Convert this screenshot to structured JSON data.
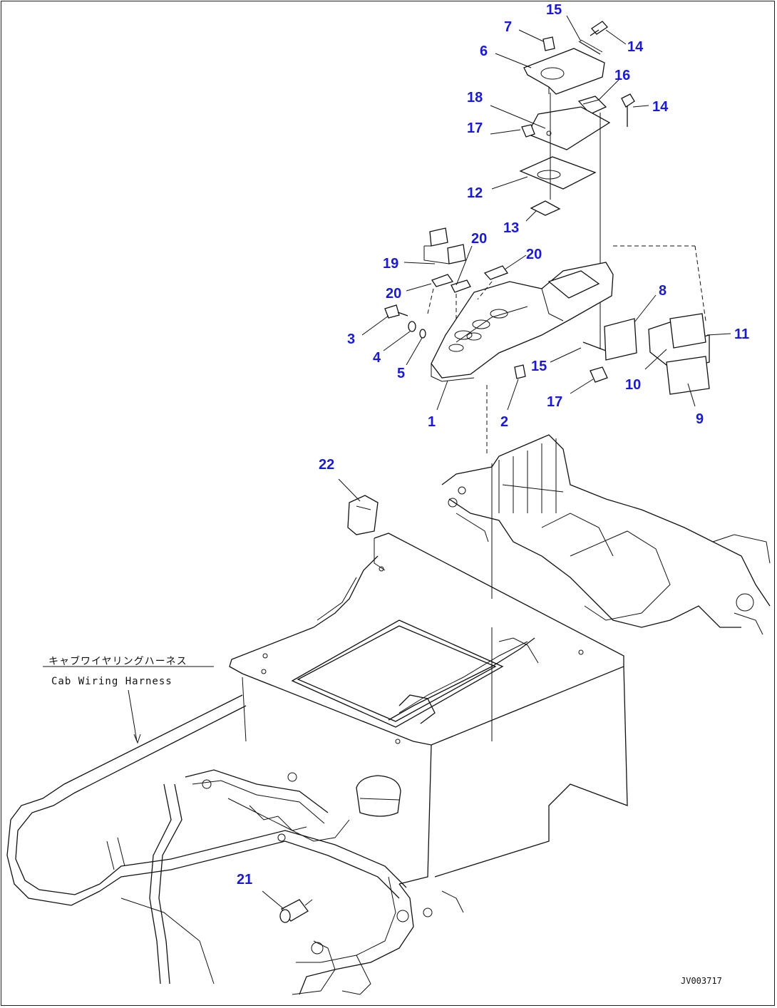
{
  "callouts": {
    "c1": "1",
    "c2": "2",
    "c3": "3",
    "c4": "4",
    "c5": "5",
    "c6": "6",
    "c7": "7",
    "c8": "8",
    "c9": "9",
    "c10": "10",
    "c11": "11",
    "c12": "12",
    "c13": "13",
    "c14a": "14",
    "c14b": "14",
    "c15a": "15",
    "c15b": "15",
    "c16": "16",
    "c17a": "17",
    "c17b": "17",
    "c18": "18",
    "c19": "19",
    "c20a": "20",
    "c20b": "20",
    "c20c": "20",
    "c21": "21",
    "c22": "22"
  },
  "harness_note": {
    "jp": "キャブワイヤリングハーネス",
    "en": "Cab Wiring Harness"
  },
  "drawing_id": "JV003717",
  "colors": {
    "callout": "#1a1ad6",
    "line": "#111111",
    "background": "#ffffff"
  }
}
